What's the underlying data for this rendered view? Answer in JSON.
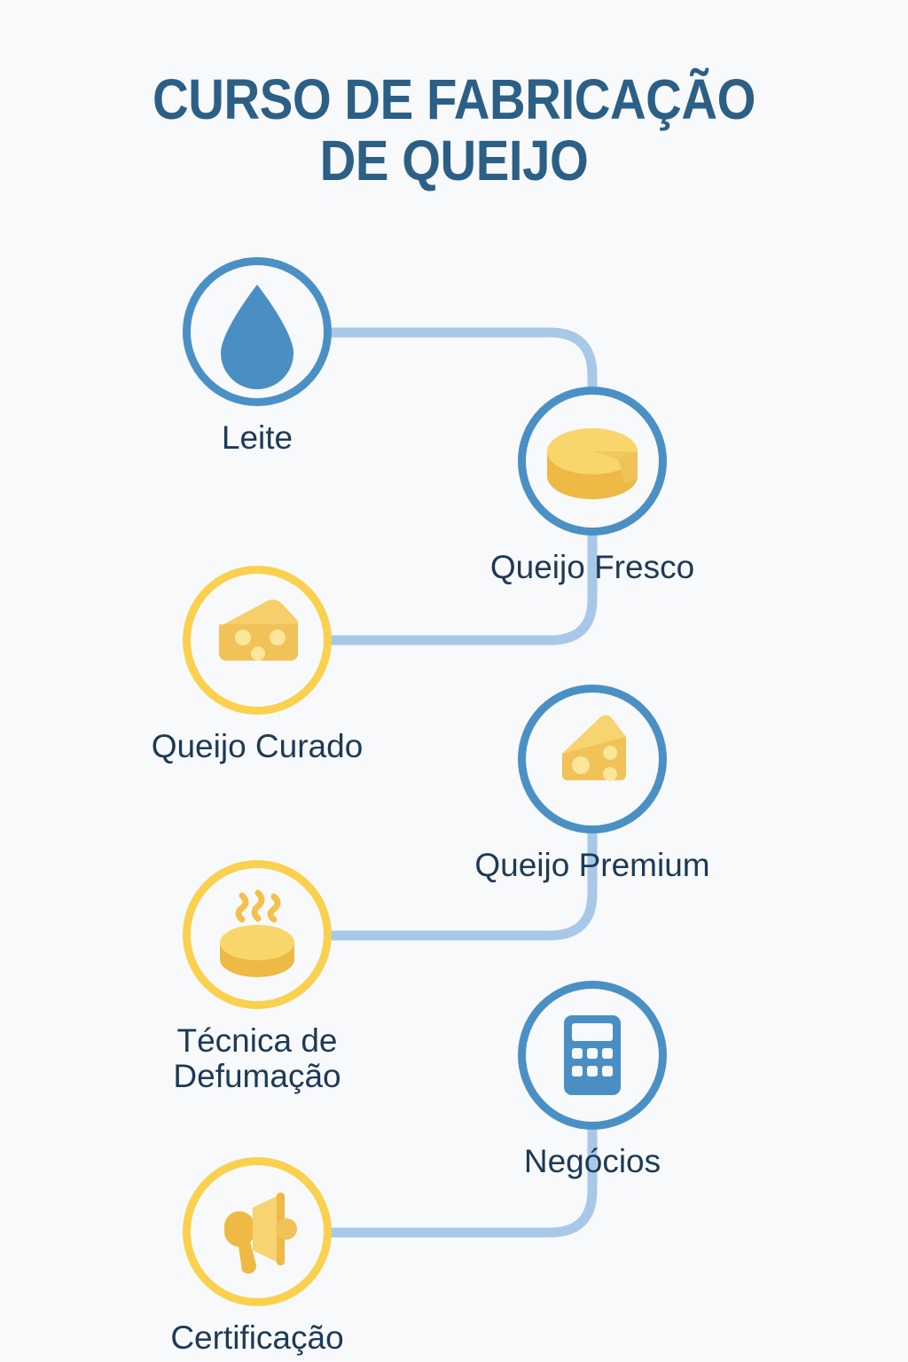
{
  "poster": {
    "title": "CURSO DE FABRICAÇÃO\nDE QUEIJO",
    "background_color": "#f8f9fa",
    "title_color": "#2c5f85",
    "label_color": "#1d3a56",
    "accent_blue": "#4a90c4",
    "accent_yellow": "#f9d14f",
    "connector_color": "#a8c8e8"
  },
  "steps": [
    {
      "index": 1,
      "label": "Leite",
      "icon": "water-drop-icon",
      "ring_color": "#4a90c4",
      "icon_color": "#4a8fc4",
      "column": "left"
    },
    {
      "index": 2,
      "label": "Queijo Fresco",
      "icon": "cheese-wheel-icon",
      "ring_color": "#4a90c4",
      "icon_color": "#f2c14e",
      "column": "right"
    },
    {
      "index": 3,
      "label": "Queijo Curado",
      "icon": "cheese-block-holes-icon",
      "ring_color": "#f9d14f",
      "icon_color": "#f2c14e",
      "column": "left"
    },
    {
      "index": 4,
      "label": "Queijo Premium",
      "icon": "cheese-wedge-holes-icon",
      "ring_color": "#4a90c4",
      "icon_color": "#f2c14e",
      "column": "right"
    },
    {
      "index": 5,
      "label": "Técnica de\nDefumação",
      "icon": "smoked-cheese-icon",
      "ring_color": "#f9d14f",
      "icon_color": "#f2c14e",
      "column": "left"
    },
    {
      "index": 6,
      "label": "Negócios",
      "icon": "calculator-icon",
      "ring_color": "#4a90c4",
      "icon_color": "#4a8fc4",
      "column": "right"
    },
    {
      "index": 7,
      "label": "Certificação",
      "icon": "megaphone-icon",
      "ring_color": "#f9d14f",
      "icon_color": "#f2c14e",
      "column": "left"
    }
  ]
}
